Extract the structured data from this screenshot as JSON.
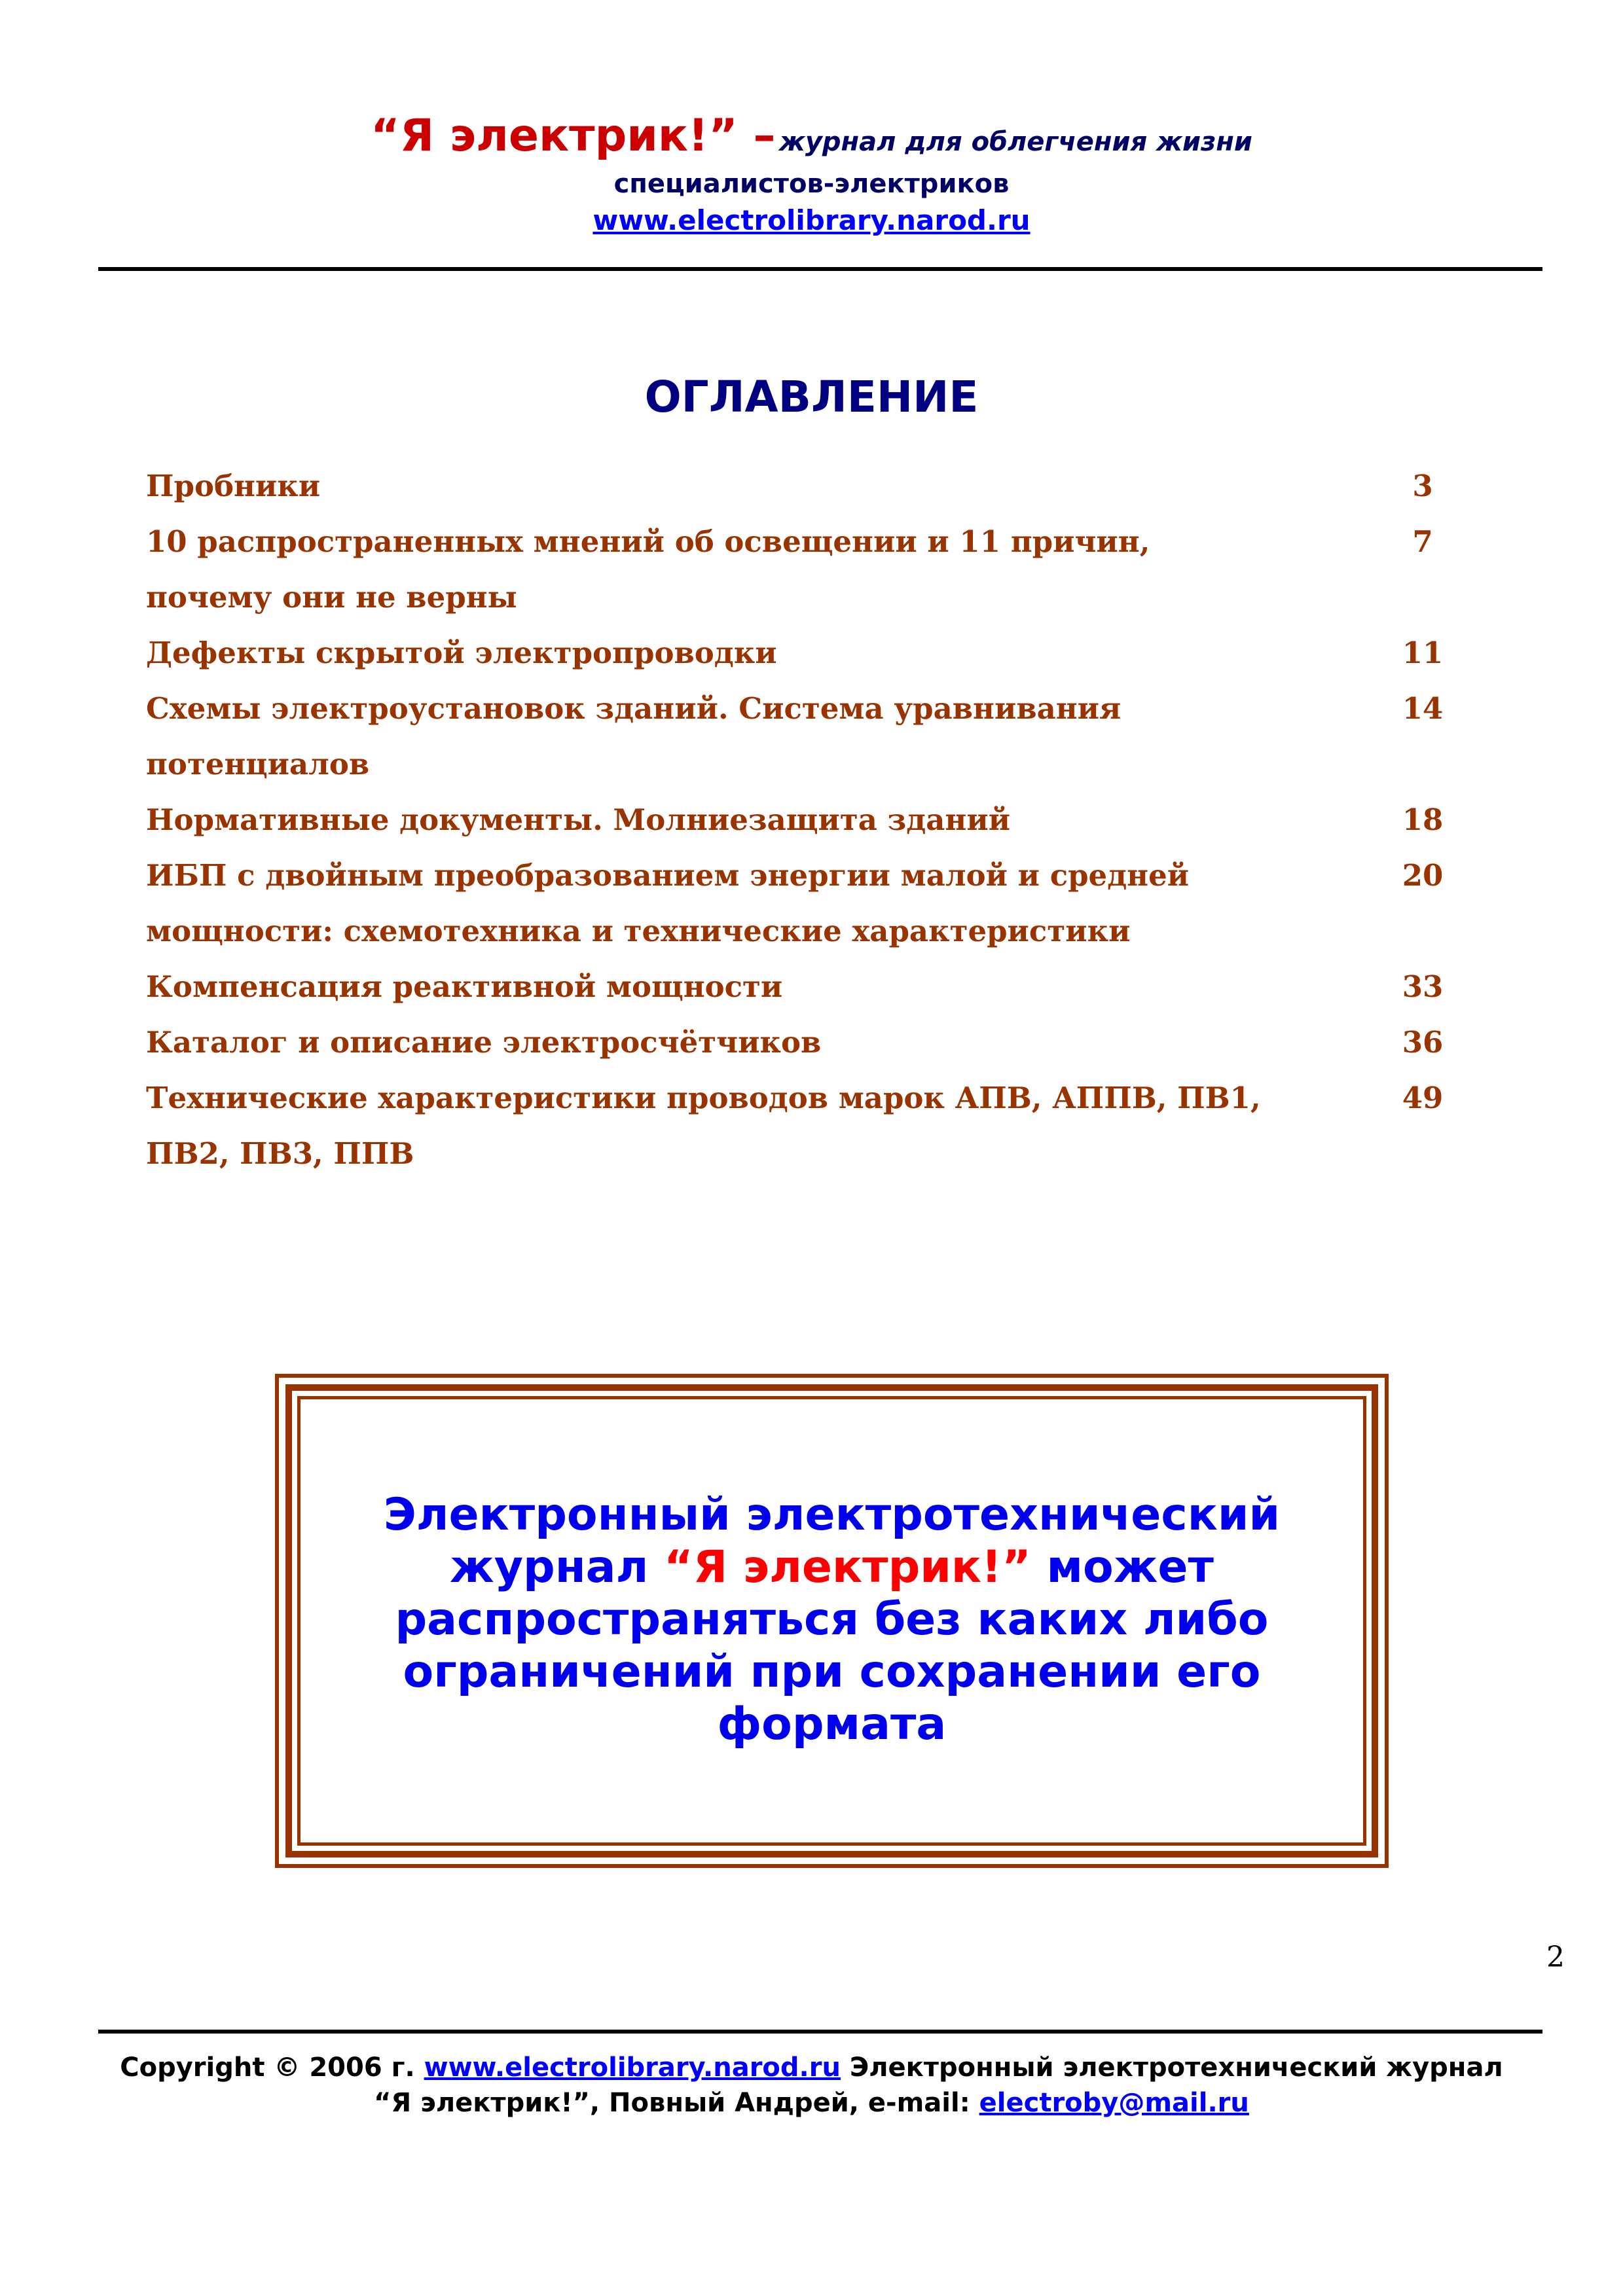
{
  "header": {
    "brand": "“Я электрик!” –",
    "tagline": "журнал для облегчения жизни",
    "tagline2": "специалистов-электриков",
    "url": "www.electrolibrary.narod.ru"
  },
  "toc": {
    "title": "ОГЛАВЛЕНИЕ",
    "items": [
      {
        "title": "Пробники",
        "page": "3"
      },
      {
        "title": "10 распространенных мнений об освещении и 11 причин,",
        "page": "7"
      },
      {
        "title": "почему они не верны",
        "page": ""
      },
      {
        "title": "Дефекты скрытой электропроводки",
        "page": "11"
      },
      {
        "title": "Схемы электроустановок зданий. Система уравнивания",
        "page": "14"
      },
      {
        "title": "потенциалов",
        "page": ""
      },
      {
        "title": "Нормативные документы. Молниезащита зданий",
        "page": "18"
      },
      {
        "title": "ИБП с двойным преобразованием энергии малой и средней",
        "page": "20"
      },
      {
        "title": "мощности: схемотехника и технические характеристики",
        "page": ""
      },
      {
        "title": "Компенсация реактивной мощности",
        "page": "33"
      },
      {
        "title": "Каталог и описание электросчётчиков",
        "page": "36"
      },
      {
        "title": "Технические характеристики проводов марок АПВ, АППВ, ПВ1,",
        "page": "49"
      },
      {
        "title": "ПВ2, ПВ3, ППВ",
        "page": ""
      }
    ]
  },
  "notice": {
    "part1": "Электронный электротехнический журнал",
    "brand": "“Я электрик!”",
    "part2": "может распространяться без каких либо ограничений при сохранении его формата"
  },
  "page_number": "2",
  "footer": {
    "copyright": "Copyright © 2006 г.",
    "url": "www.electrolibrary.narod.ru",
    "journal": "Электронный электротехнический журнал",
    "line2": "“Я электрик!”, Повный Андрей, e-mail:",
    "email": "electroby@mail.ru"
  }
}
